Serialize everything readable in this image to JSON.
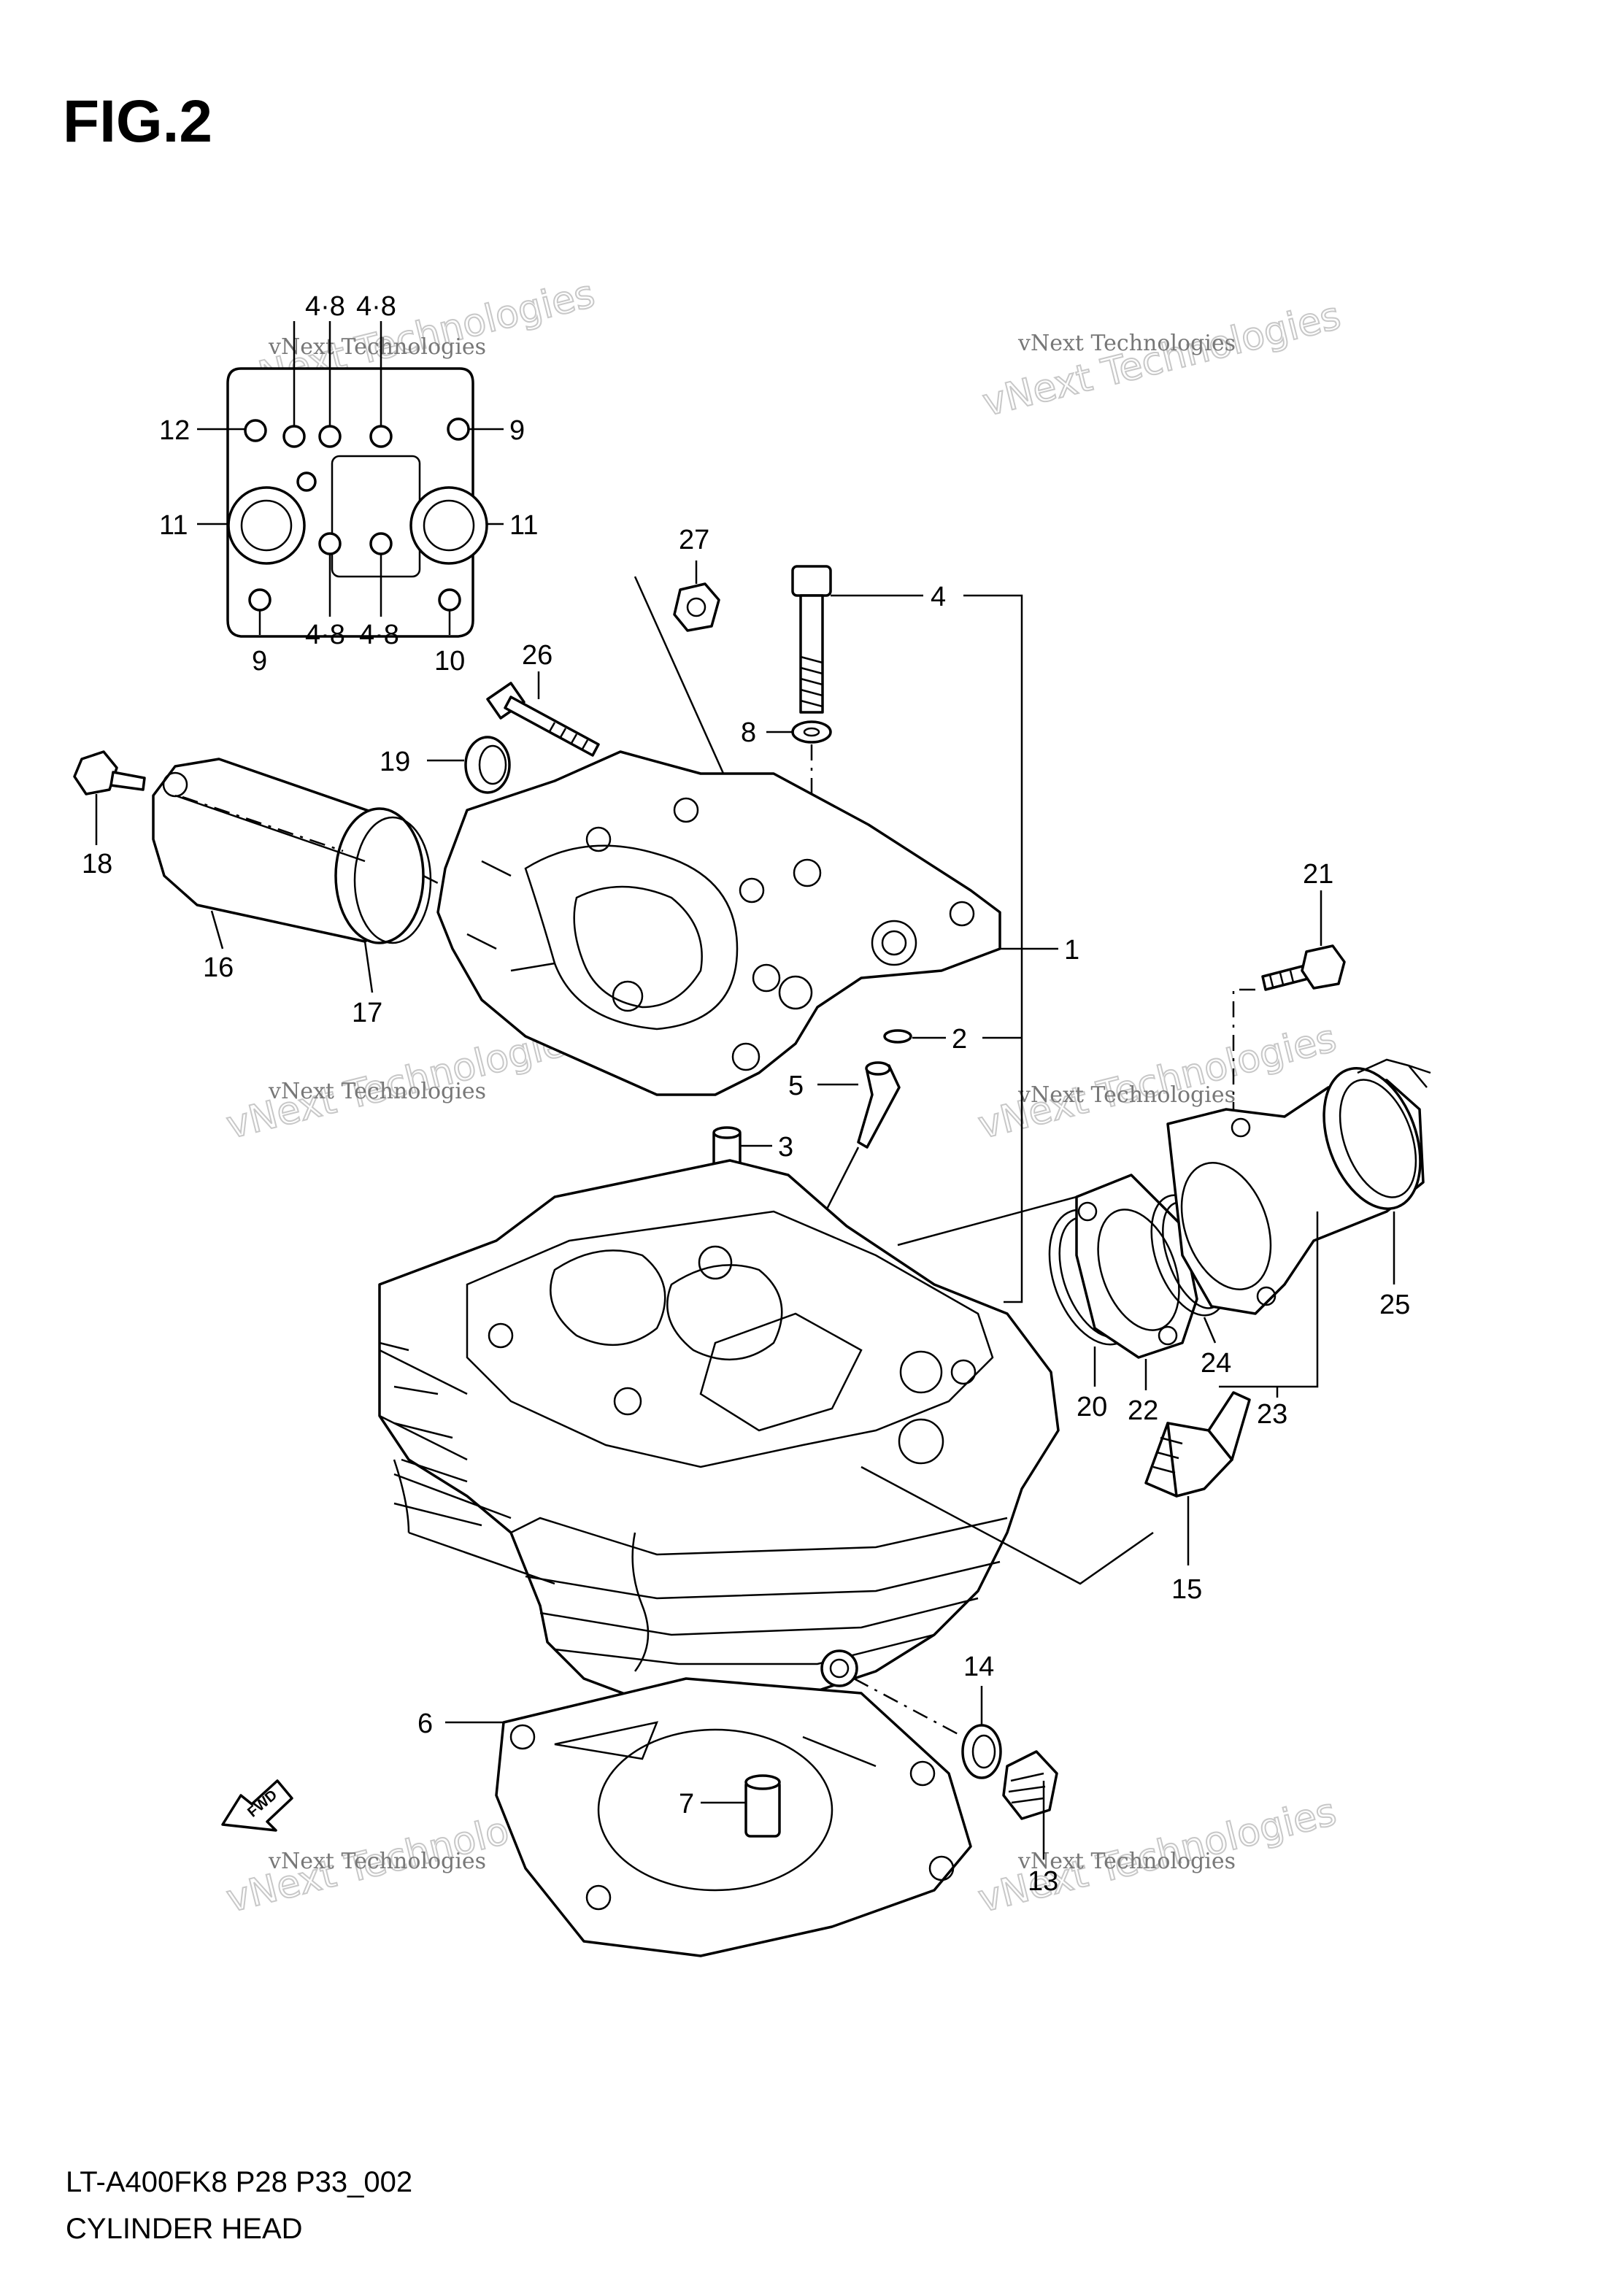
{
  "figure": {
    "title": "FIG.2",
    "model_code": "LT-A400FK8 P28 P33_002",
    "assembly_name": "CYLINDER HEAD"
  },
  "watermark": {
    "line1": "vNext Technologies",
    "line2": "vNext Technologies"
  },
  "fwd_badge": "FWD",
  "callouts": {
    "1": "1",
    "2": "2",
    "3": "3",
    "4": "4",
    "5": "5",
    "6": "6",
    "7": "7",
    "8": "8",
    "9": "9",
    "10": "10",
    "11": "11",
    "12": "12",
    "13": "13",
    "14": "14",
    "15": "15",
    "16": "16",
    "17": "17",
    "18": "18",
    "19": "19",
    "20": "20",
    "21": "21",
    "22": "22",
    "23": "23",
    "24": "24",
    "25": "25",
    "26": "26",
    "27": "27",
    "torque_4_8": "4·8"
  }
}
